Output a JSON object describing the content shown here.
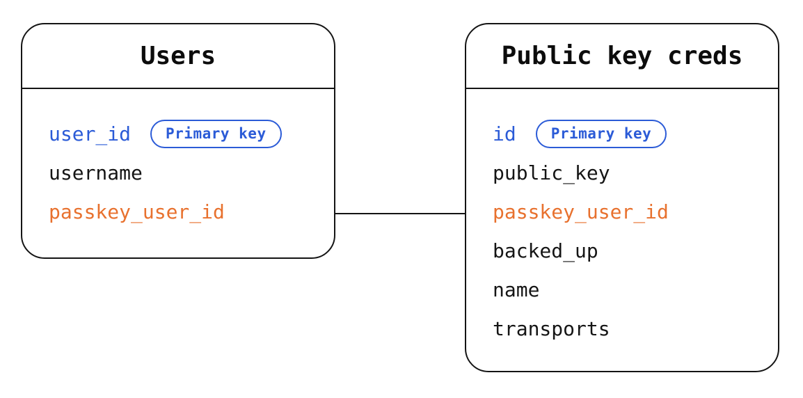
{
  "colors": {
    "blue": "#2b5bd7",
    "orange": "#e8712e",
    "line": "#141414",
    "background": "#ffffff"
  },
  "tables": [
    {
      "title": "Users",
      "fields": [
        {
          "name": "user_id",
          "badge": "Primary key",
          "color": "blue"
        },
        {
          "name": "username",
          "color": "black"
        },
        {
          "name": "passkey_user_id",
          "color": "orange"
        }
      ]
    },
    {
      "title": "Public key creds",
      "fields": [
        {
          "name": "id",
          "badge": "Primary key",
          "color": "blue"
        },
        {
          "name": "public_key",
          "color": "black"
        },
        {
          "name": "passkey_user_id",
          "color": "orange"
        },
        {
          "name": "backed_up",
          "color": "black"
        },
        {
          "name": "name",
          "color": "black"
        },
        {
          "name": "transports",
          "color": "black"
        }
      ]
    }
  ],
  "relation": {
    "from_table": "Users",
    "from_field": "passkey_user_id",
    "to_table": "Public key creds",
    "to_field": "passkey_user_id"
  }
}
